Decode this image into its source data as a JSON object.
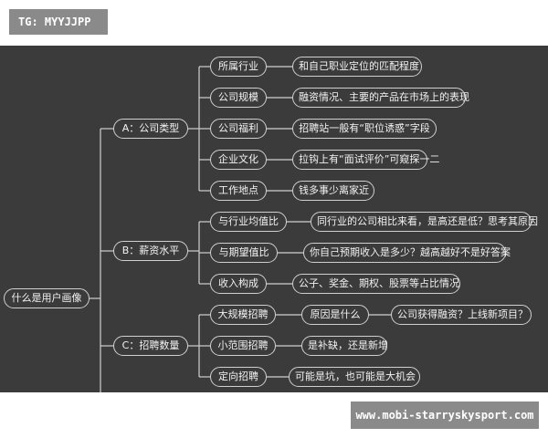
{
  "watermarks": {
    "top": "TG: MYYJJPP",
    "bottom": "www.mobi-starryskysport.com"
  },
  "root": "什么是用户画像",
  "groups": [
    {
      "label": "A：公司类型",
      "items": [
        {
          "label": "所属行业",
          "details": [
            "和自己职业定位的匹配程度"
          ]
        },
        {
          "label": "公司规模",
          "details": [
            "融资情况、主要的产品在市场上的表现"
          ]
        },
        {
          "label": "公司福利",
          "details": [
            "招聘站一般有“职位诱惑”字段"
          ]
        },
        {
          "label": "企业文化",
          "details": [
            "拉钩上有“面试评价”可窥探一二"
          ]
        },
        {
          "label": "工作地点",
          "details": [
            "钱多事少离家近"
          ]
        }
      ]
    },
    {
      "label": "B：薪资水平",
      "items": [
        {
          "label": "与行业均值比",
          "details": [
            "同行业的公司相比来看，是高还是低？思考其原因"
          ]
        },
        {
          "label": "与期望值比",
          "details": [
            "你自己预期收入是多少？越高越好不是好答案"
          ]
        },
        {
          "label": "收入构成",
          "details": [
            "公子、奖金、期权、股票等占比情况"
          ]
        }
      ]
    },
    {
      "label": "C：招聘数量",
      "items": [
        {
          "label": "大规模招聘",
          "details": [
            "原因是什么",
            "公司获得融资？上线新项目？"
          ]
        },
        {
          "label": "小范围招聘",
          "details": [
            "是补缺，还是新增"
          ]
        },
        {
          "label": "定向招聘",
          "details": [
            "可能是坑，也可能是大机会"
          ]
        }
      ]
    }
  ]
}
